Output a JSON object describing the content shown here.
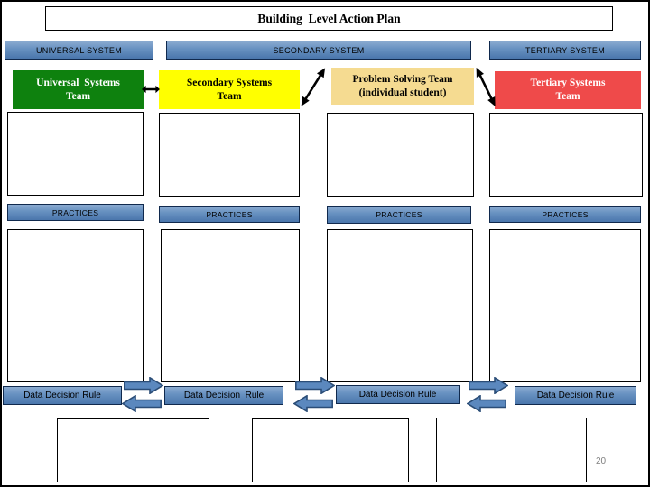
{
  "title": "Building  Level Action Plan",
  "page_number": "20",
  "headers": {
    "universal": "UNIVERSAL SYSTEM",
    "secondary": "SECONDARY SYSTEM",
    "tertiary": "TERTIARY SYSTEM"
  },
  "teams": {
    "universal": {
      "line1": "Universal  Systems",
      "line2": "Team"
    },
    "secondary": {
      "line1": "Secondary Systems",
      "line2": "Team"
    },
    "problem_solving": {
      "line1": "Problem Solving Team",
      "line2": "(individual student)"
    },
    "tertiary": {
      "line1": "Tertiary Systems",
      "line2": "Team"
    }
  },
  "practices": [
    "PRACTICES",
    "PRACTICES",
    "PRACTICES",
    "PRACTICES"
  ],
  "data_decision_rules": [
    "Data Decision Rule",
    "Data Decision  Rule",
    "Data Decision Rule",
    "Data Decision Rule"
  ],
  "icons": {
    "team_link": "double-headed-arrow",
    "flow_forward": "block-arrow-right",
    "flow_back": "block-arrow-left"
  },
  "colors": {
    "bar_blue": "#4F81BD",
    "bar_border": "#10294D",
    "universal_green": "#0E810E",
    "secondary_yellow": "#FFFF00",
    "problem_tan": "#F5DB91",
    "tertiary_red": "#EF4A4A",
    "arrow_black": "#000000",
    "page_number_gray": "#7F7F7F"
  }
}
